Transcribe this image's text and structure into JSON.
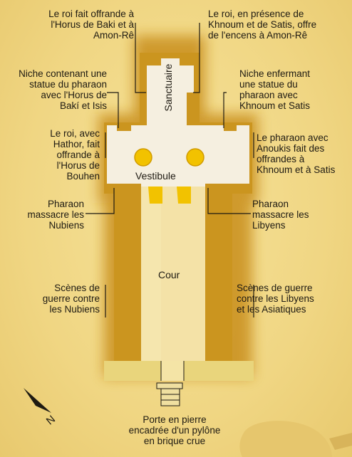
{
  "labels": {
    "top_left": "Le roi fait offrande à\nl'Horus de Baki et à\nAmon-Rê",
    "top_right": "Le roi, en présence de\nKhnoum et de Satis, offre\nde l'encens à Amon-Rê",
    "niche_left": "Niche contenant une\nstatue du pharaon\navec l'Horus de\nBakí et Isis",
    "niche_right": "Niche enfermant\nune statue du\npharaon avec\nKhnoum et Satis",
    "hathor": "Le roi, avec\nHathor, fait\noffrande à\nl'Horus de\nBouhen",
    "anoukis": "Le pharaon avec\nAnoukis fait des\noffrandes à\nKhnoum et à Satis",
    "massacre_left": "Pharaon\nmassacre les\nNubiens",
    "massacre_right": "Pharaon\nmassacre les\nLibyens",
    "war_left": "Scènes de\nguerre contre\nles Nubiens",
    "war_right": "Scènes de guerre\ncontre les Libyens\net les Asiatiques",
    "gate": "Porte en pierre\nencadrée d'un pylône\nen brique crue"
  },
  "rooms": {
    "sanctuary": "Sanctuaire",
    "vestibule": "Vestibule",
    "court": "Cour"
  },
  "compass": {
    "north_letter": "N"
  },
  "colors": {
    "background": "#f2dc8c",
    "wall": "#c98f1e",
    "floor": "#f5efe0",
    "pillar": "#f2c200",
    "line": "#1e1a12"
  }
}
